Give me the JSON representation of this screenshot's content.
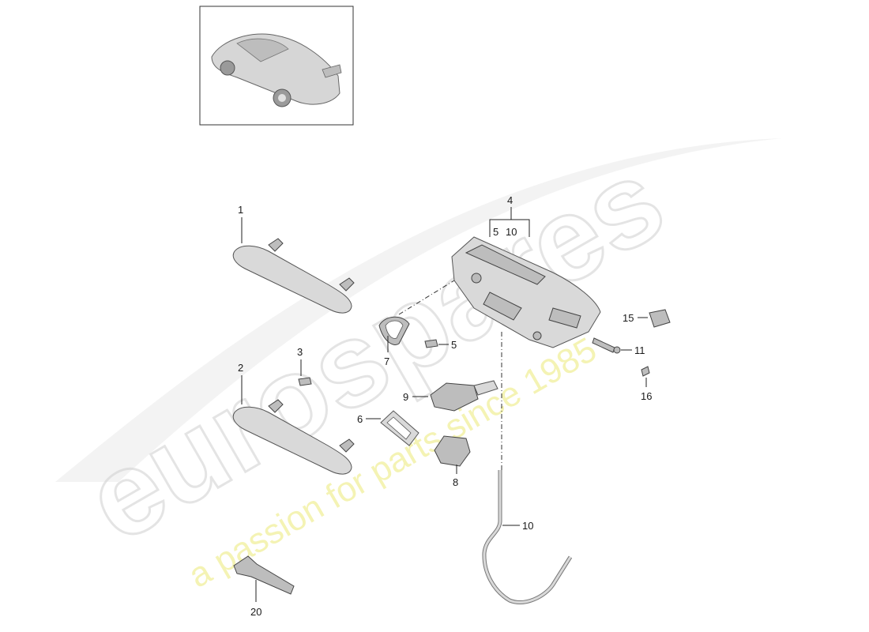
{
  "watermark": {
    "brand": "eurospares",
    "tagline": "a passion for parts since 1985"
  },
  "callouts": {
    "c1": "1",
    "c2": "2",
    "c3": "3",
    "c4": "4",
    "c4_left": "5",
    "c4_right": "10",
    "c5": "5",
    "c6": "6",
    "c7": "7",
    "c8": "8",
    "c9": "9",
    "c10": "10",
    "c11": "11",
    "c15": "15",
    "c16": "16",
    "c20": "20"
  },
  "colors": {
    "watermark_gray": "#cfcfcf",
    "watermark_yellow": "#f3f1a8",
    "part_fill": "#d9d9d9"
  }
}
